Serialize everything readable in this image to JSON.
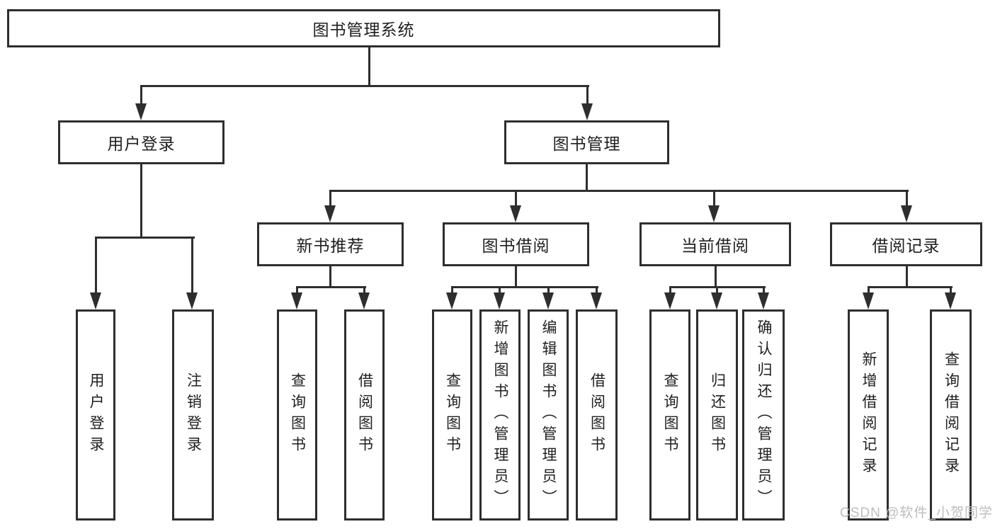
{
  "nodes": {
    "root": "图书管理系统",
    "user_login": "用户登录",
    "book_mgmt": "图书管理",
    "new_rec": "新书推荐",
    "book_borrow": "图书借阅",
    "current_borrow": "当前借阅",
    "borrow_records": "借阅记录",
    "leaf_user_login": "用户登录",
    "leaf_logout": "注销登录",
    "leaf_rec_query": "查询图书",
    "leaf_rec_borrow": "借阅图书",
    "leaf_bb_query": "查询图书",
    "leaf_bb_add": "新增图书（管理员）",
    "leaf_bb_edit": "编辑图书（管理员）",
    "leaf_bb_borrow": "借阅图书",
    "leaf_cb_query": "查询图书",
    "leaf_cb_return": "归还图书",
    "leaf_cb_confirm": "确认归还（管理员）",
    "leaf_br_add": "新增借阅记录",
    "leaf_br_query": "查询借阅记录"
  },
  "watermark": "CSDN @软件_小贺同学",
  "colors": {
    "line": "#2e2e2e",
    "border": "#2e2e2e",
    "text": "#1f1f1f",
    "watermark": "#bdbdbd",
    "background": "#ffffff"
  }
}
